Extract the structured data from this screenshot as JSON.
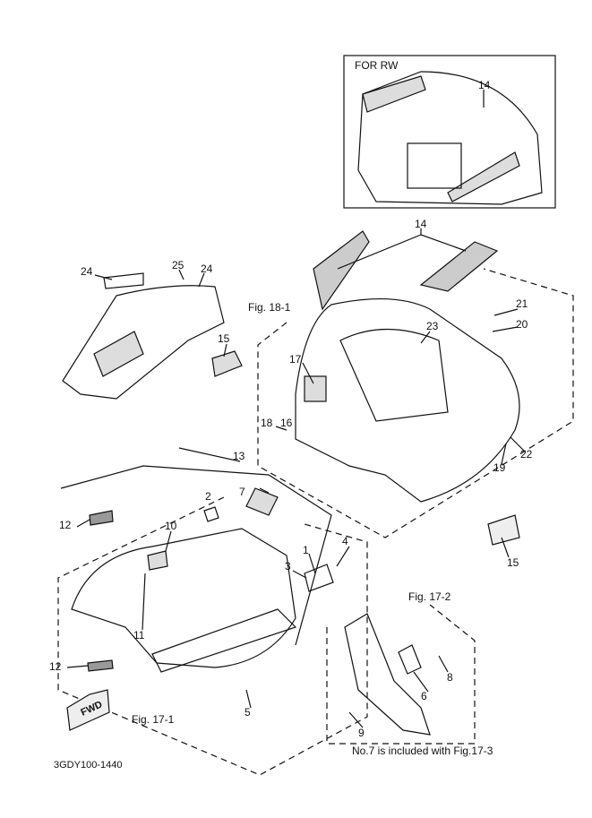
{
  "inset": {
    "title": "FOR RW",
    "part": "14"
  },
  "figures": {
    "fig18_1": "Fig. 18-1",
    "fig17_1": "Fig. 17-1",
    "fig17_2": "Fig. 17-2"
  },
  "callouts": {
    "p14": "14",
    "p24a": "24",
    "p25": "25",
    "p24b": "24",
    "p21": "21",
    "p20": "20",
    "p23": "23",
    "p15a": "15",
    "p17": "17",
    "p18": "18",
    "p16": "16",
    "p22": "22",
    "p19": "19",
    "p13": "13",
    "p2": "2",
    "p7": "7",
    "p12a": "12",
    "p10": "10",
    "p1": "1",
    "p4": "4",
    "p3": "3",
    "p15b": "15",
    "p11": "11",
    "p8": "8",
    "p6": "6",
    "p12b": "12",
    "p5": "5",
    "p9": "9"
  },
  "fwd_label": "FWD",
  "drawing_code": "3GDY100-1440",
  "note": "No.7 is included with Fig.17-3"
}
